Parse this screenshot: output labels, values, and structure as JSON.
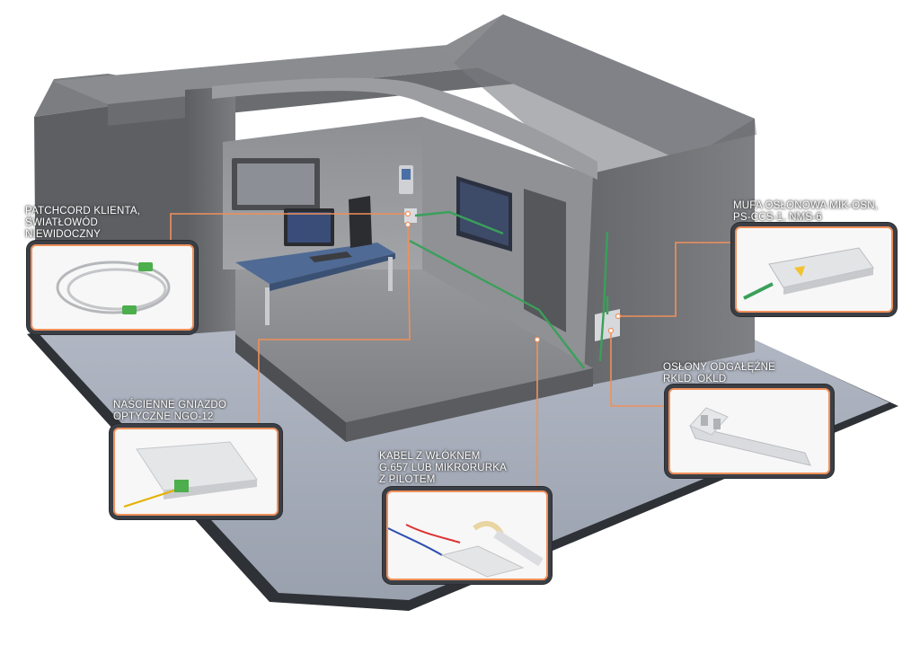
{
  "callouts": {
    "patchcord": {
      "lines": [
        "PATCHCORD KLIENTA,",
        "ŚWIATŁOWÓD",
        "NIEWIDOCZNY"
      ]
    },
    "mufa": {
      "lines": [
        "MUFA OSŁONOWA MIK-OSN,",
        "PS-CCS-1, NMS-6"
      ]
    },
    "oslony": {
      "lines": [
        "OSŁONY ODGAŁĘŹNE",
        "RKLD, OKLD"
      ]
    },
    "gniazdo": {
      "lines": [
        "NAŚCIENNE GNIAZDO",
        "OPTYCZNE NGO-12"
      ]
    },
    "kabel": {
      "lines": [
        "KABEL Z WŁÓKNEM",
        "G.657 LUB MIKRORURKA",
        "Z PILOTEM"
      ]
    }
  },
  "colors": {
    "accent": "#f0905a",
    "fiber": "#3aa05a",
    "wall": "#6e7074",
    "floor": "#8b8d91",
    "base": "#a9afbb",
    "panel_border": "#3b3f45"
  }
}
